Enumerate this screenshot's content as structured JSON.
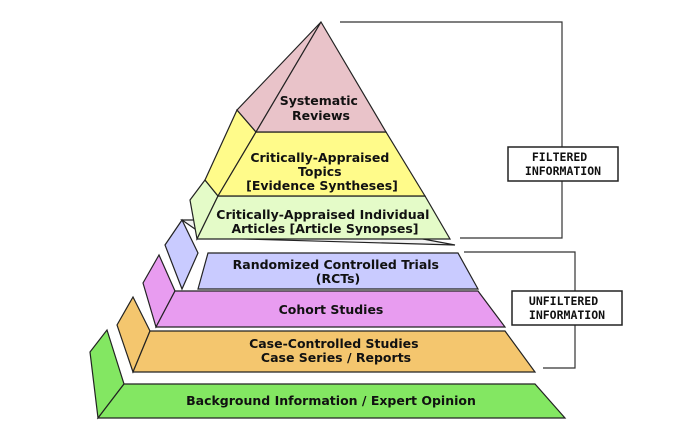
{
  "colors": {
    "systematic": "#e9c3c9",
    "topics": "#fffb8a",
    "articles": "#e4fbc8",
    "rcts": "#c9cbff",
    "cohort": "#e89cf0",
    "case": "#f4c66e",
    "background": "#83e762"
  },
  "levels": [
    {
      "id": "systematic",
      "lines": [
        "Systematic",
        "Reviews"
      ]
    },
    {
      "id": "topics",
      "lines": [
        "Critically-Appraised",
        "Topics",
        "[Evidence Syntheses]"
      ]
    },
    {
      "id": "articles",
      "lines": [
        "Critically-Appraised Individual",
        "Articles [Article Synopses]"
      ]
    },
    {
      "id": "rcts",
      "lines": [
        "Randomized Controlled Trials",
        "(RCTs)"
      ]
    },
    {
      "id": "cohort",
      "lines": [
        "Cohort Studies"
      ]
    },
    {
      "id": "case",
      "lines": [
        "Case-Controlled Studies",
        "Case Series / Reports"
      ]
    },
    {
      "id": "background",
      "lines": [
        "Background Information / Expert Opinion"
      ]
    }
  ],
  "labels": {
    "filtered": [
      "FILTERED",
      "INFORMATION"
    ],
    "unfiltered": [
      "UNFILTERED",
      "INFORMATION"
    ]
  }
}
